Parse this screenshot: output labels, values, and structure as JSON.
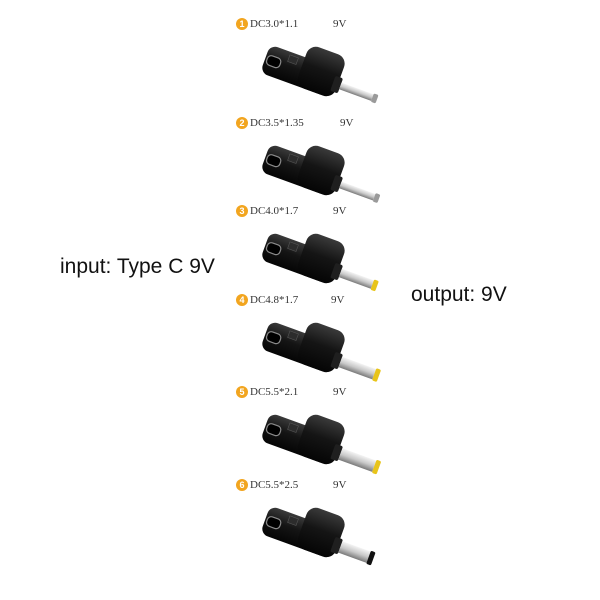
{
  "input_label": "input: Type C 9V",
  "output_label": "output: 9V",
  "colors": {
    "badge": "#f2a51f",
    "body": "#151515",
    "yellow_tip": "#e8c41a",
    "silver": "#c9c9c9"
  },
  "adapters": [
    {
      "number": "1",
      "spec": "DC3.0*1.1",
      "voltage": "9V",
      "tip": "silver-thin"
    },
    {
      "number": "2",
      "spec": "DC3.5*1.35",
      "voltage": "9V",
      "tip": "silver-thin"
    },
    {
      "number": "3",
      "spec": "DC4.0*1.7",
      "voltage": "9V",
      "tip": "silver-yellow"
    },
    {
      "number": "4",
      "spec": "DC4.8*1.7",
      "voltage": "9V",
      "tip": "silver-yellow"
    },
    {
      "number": "5",
      "spec": "DC5.5*2.1",
      "voltage": "9V",
      "tip": "silver-yellow"
    },
    {
      "number": "6",
      "spec": "DC5.5*2.5",
      "voltage": "9V",
      "tip": "silver-black"
    }
  ]
}
